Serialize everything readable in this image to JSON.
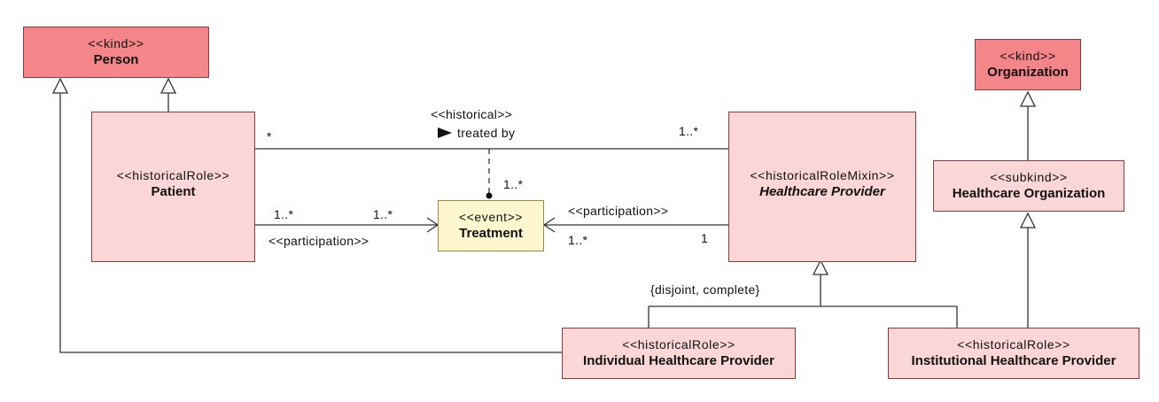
{
  "classes": {
    "person": {
      "stereotype": "<<kind>>",
      "name": "Person"
    },
    "organization": {
      "stereotype": "<<kind>>",
      "name": "Organization"
    },
    "patient": {
      "stereotype": "<<historicalRole>>",
      "name": "Patient"
    },
    "healthcare_provider": {
      "stereotype": "<<historicalRoleMixin>>",
      "name": "Healthcare Provider"
    },
    "healthcare_organization": {
      "stereotype": "<<subkind>>",
      "name": "Healthcare Organization"
    },
    "treatment": {
      "stereotype": "<<event>>",
      "name": "Treatment"
    },
    "individual_provider": {
      "stereotype": "<<historicalRole>>",
      "name": "Individual Healthcare Provider"
    },
    "institutional_provider": {
      "stereotype": "<<historicalRole>>",
      "name": "Institutional Healthcare Provider"
    }
  },
  "associations": {
    "treated_by": {
      "stereotype": "<<historical>>",
      "name": "treated by",
      "patient_multiplicity": "*",
      "provider_multiplicity": "1..*",
      "treatment_multiplicity": "1..*"
    },
    "patient_participation": {
      "stereotype": "<<participation>>",
      "patient_multiplicity": "1..*",
      "treatment_multiplicity": "1..*"
    },
    "provider_participation": {
      "stereotype": "<<participation>>",
      "treatment_multiplicity": "1..*",
      "provider_multiplicity": "1"
    }
  },
  "generalization_set": {
    "constraint": "{disjoint, complete}"
  },
  "colors": {
    "kind_fill": "#f4868a",
    "role_fill": "#fbd6d6",
    "event_fill": "#fdf6cf",
    "border": "#8a3b3b"
  }
}
